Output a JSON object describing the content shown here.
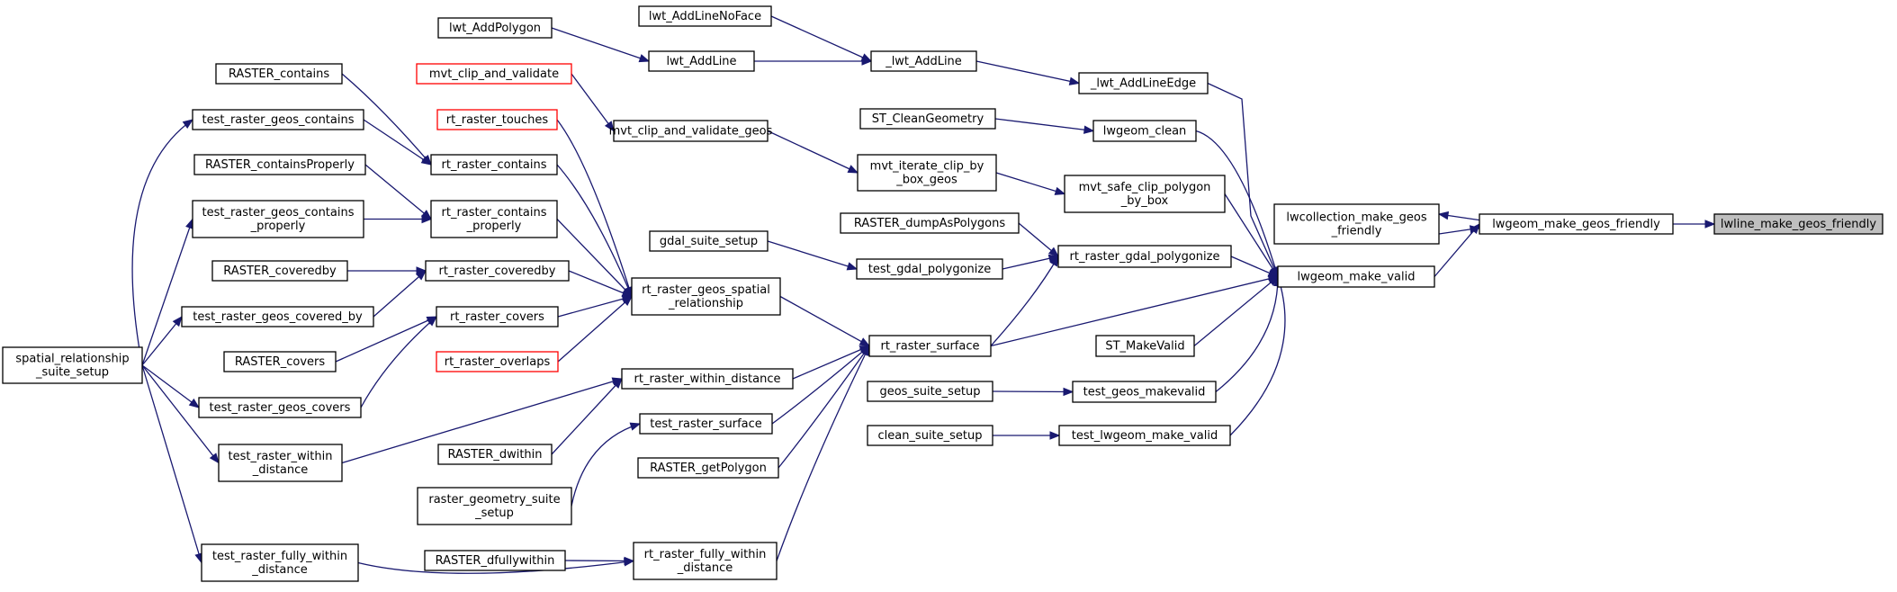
{
  "graph": {
    "colors": {
      "edge": "#191970",
      "root_fill": "#bfbfbf",
      "missing_border": "#ff0000"
    },
    "nodes": [
      {
        "id": "lwline_make_geos_friendly",
        "lines": [
          "lwline_make_geos_friendly"
        ],
        "root": true
      },
      {
        "id": "lwgeom_make_geos_friendly",
        "lines": [
          "lwgeom_make_geos_friendly"
        ]
      },
      {
        "id": "lwcollection_make_geos_friendly",
        "lines": [
          "lwcollection_make_geos",
          "_friendly"
        ]
      },
      {
        "id": "lwgeom_make_valid",
        "lines": [
          "lwgeom_make_valid"
        ]
      },
      {
        "id": "_lwt_AddLineEdge",
        "lines": [
          "_lwt_AddLineEdge"
        ]
      },
      {
        "id": "lwgeom_clean",
        "lines": [
          "lwgeom_clean"
        ]
      },
      {
        "id": "mvt_safe_clip_polygon_by_box",
        "lines": [
          "mvt_safe_clip_polygon",
          "_by_box"
        ]
      },
      {
        "id": "rt_raster_gdal_polygonize",
        "lines": [
          "rt_raster_gdal_polygonize"
        ]
      },
      {
        "id": "rt_raster_surface",
        "lines": [
          "rt_raster_surface"
        ]
      },
      {
        "id": "ST_MakeValid",
        "lines": [
          "ST_MakeValid"
        ]
      },
      {
        "id": "test_geos_makevalid",
        "lines": [
          "test_geos_makevalid"
        ]
      },
      {
        "id": "test_lwgeom_make_valid",
        "lines": [
          "test_lwgeom_make_valid"
        ]
      },
      {
        "id": "_lwt_AddLine",
        "lines": [
          "_lwt_AddLine"
        ]
      },
      {
        "id": "lwt_AddLineNoFace",
        "lines": [
          "lwt_AddLineNoFace"
        ]
      },
      {
        "id": "lwt_AddLine",
        "lines": [
          "lwt_AddLine"
        ]
      },
      {
        "id": "lwt_AddPolygon",
        "lines": [
          "lwt_AddPolygon"
        ]
      },
      {
        "id": "ST_CleanGeometry",
        "lines": [
          "ST_CleanGeometry"
        ]
      },
      {
        "id": "mvt_iterate_clip_by_box_geos",
        "lines": [
          "mvt_iterate_clip_by",
          "_box_geos"
        ]
      },
      {
        "id": "mvt_clip_and_validate_geos",
        "lines": [
          "mvt_clip_and_validate_geos"
        ]
      },
      {
        "id": "mvt_clip_and_validate",
        "lines": [
          "mvt_clip_and_validate"
        ],
        "red": true
      },
      {
        "id": "RASTER_dumpAsPolygons",
        "lines": [
          "RASTER_dumpAsPolygons"
        ]
      },
      {
        "id": "test_gdal_polygonize",
        "lines": [
          "test_gdal_polygonize"
        ]
      },
      {
        "id": "gdal_suite_setup",
        "lines": [
          "gdal_suite_setup"
        ]
      },
      {
        "id": "rt_raster_geos_spatial_relationship",
        "lines": [
          "rt_raster_geos_spatial",
          "_relationship"
        ]
      },
      {
        "id": "rt_raster_within_distance",
        "lines": [
          "rt_raster_within_distance"
        ]
      },
      {
        "id": "test_raster_surface",
        "lines": [
          "test_raster_surface"
        ]
      },
      {
        "id": "RASTER_getPolygon",
        "lines": [
          "RASTER_getPolygon"
        ]
      },
      {
        "id": "rt_raster_fully_within_distance",
        "lines": [
          "rt_raster_fully_within",
          "_distance"
        ]
      },
      {
        "id": "geos_suite_setup",
        "lines": [
          "geos_suite_setup"
        ]
      },
      {
        "id": "clean_suite_setup",
        "lines": [
          "clean_suite_setup"
        ]
      },
      {
        "id": "rt_raster_touches",
        "lines": [
          "rt_raster_touches"
        ],
        "red": true
      },
      {
        "id": "rt_raster_contains",
        "lines": [
          "rt_raster_contains"
        ]
      },
      {
        "id": "rt_raster_contains_properly",
        "lines": [
          "rt_raster_contains",
          "_properly"
        ]
      },
      {
        "id": "rt_raster_coveredby",
        "lines": [
          "rt_raster_coveredby"
        ]
      },
      {
        "id": "rt_raster_covers",
        "lines": [
          "rt_raster_covers"
        ]
      },
      {
        "id": "rt_raster_overlaps",
        "lines": [
          "rt_raster_overlaps"
        ],
        "red": true
      },
      {
        "id": "RASTER_contains",
        "lines": [
          "RASTER_contains"
        ]
      },
      {
        "id": "test_raster_geos_contains",
        "lines": [
          "test_raster_geos_contains"
        ]
      },
      {
        "id": "RASTER_containsProperly",
        "lines": [
          "RASTER_containsProperly"
        ]
      },
      {
        "id": "test_raster_geos_contains_properly",
        "lines": [
          "test_raster_geos_contains",
          "_properly"
        ]
      },
      {
        "id": "RASTER_coveredby",
        "lines": [
          "RASTER_coveredby"
        ]
      },
      {
        "id": "test_raster_geos_covered_by",
        "lines": [
          "test_raster_geos_covered_by"
        ]
      },
      {
        "id": "RASTER_covers",
        "lines": [
          "RASTER_covers"
        ]
      },
      {
        "id": "test_raster_geos_covers",
        "lines": [
          "test_raster_geos_covers"
        ]
      },
      {
        "id": "test_raster_within_distance",
        "lines": [
          "test_raster_within",
          "_distance"
        ]
      },
      {
        "id": "RASTER_dwithin",
        "lines": [
          "RASTER_dwithin"
        ]
      },
      {
        "id": "raster_geometry_suite_setup",
        "lines": [
          "raster_geometry_suite",
          "_setup"
        ]
      },
      {
        "id": "RASTER_dfullywithin",
        "lines": [
          "RASTER_dfullywithin"
        ]
      },
      {
        "id": "test_raster_fully_within_distance",
        "lines": [
          "test_raster_fully_within",
          "_distance"
        ]
      },
      {
        "id": "spatial_relationship_suite_setup",
        "lines": [
          "spatial_relationship",
          "_suite_setup"
        ]
      }
    ]
  }
}
